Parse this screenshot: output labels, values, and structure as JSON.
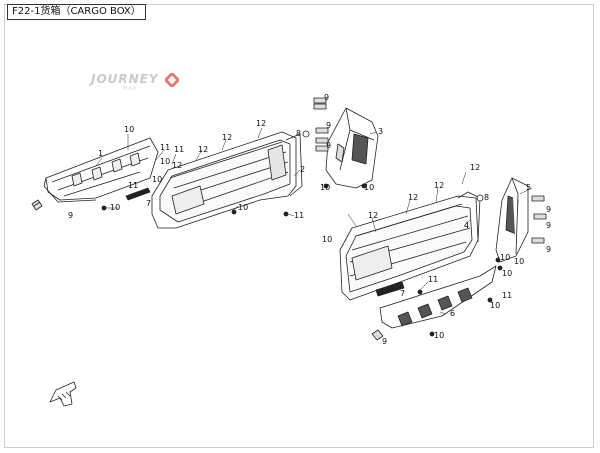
{
  "title": "F22-1货箱（CARGO BOX）",
  "logo": {
    "text": "JOURNEY",
    "sub": "MAX"
  },
  "part_numbers": {
    "n1": "1",
    "n2": "2",
    "n3": "3",
    "n4": "4",
    "n5": "5",
    "n6": "6",
    "n7": "7",
    "n8": "8",
    "n9": "9",
    "n10": "10",
    "n11": "11",
    "n12": "12"
  },
  "colors": {
    "line": "#222222",
    "fill": "#ffffff",
    "dark": "#333333",
    "logo_red": "#d8463a"
  }
}
